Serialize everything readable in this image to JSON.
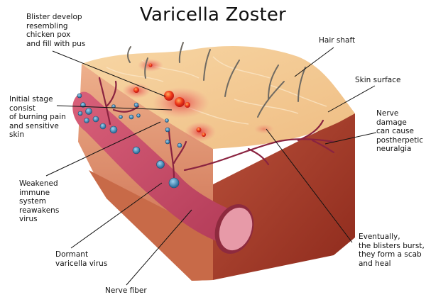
{
  "title": "Varicella Zoster",
  "labels": {
    "blister": "Blister develop\nresembling\nchicken pox\nand fill with pus",
    "initial_stage": "Initial stage\nconsist\nof burning pain\nand sensitive\nskin",
    "weakened": "Weakened\nimmune\nsystem\nreawakens\nvirus",
    "dormant": "Dormant\nvaricella virus",
    "nerve_fiber": "Nerve fiber",
    "hair_shaft": "Hair shaft",
    "skin_surface": "Skin surface",
    "nerve_damage": "Nerve\ndamage\ncan cause\npostherpetic\nneuralgia",
    "eventually": "Eventually,\nthe blisters burst,\nthey form a scab\nand heal"
  },
  "colors": {
    "skin_top": "#f3c98f",
    "skin_front": "#e8a27d",
    "dermis_side": "#a8402c",
    "nerve": "#c94b68",
    "virus": "#3f86b8",
    "blister": "#e8281c"
  }
}
